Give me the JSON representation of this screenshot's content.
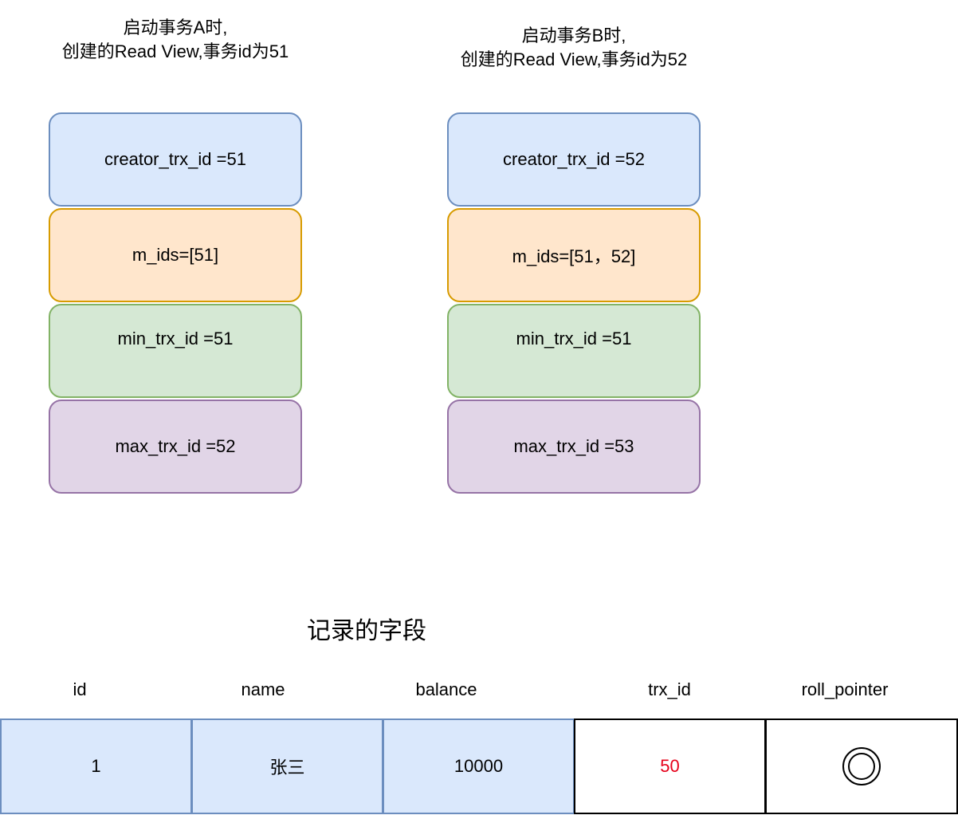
{
  "read_views": [
    {
      "caption": "启动事务A时,\n创建的Read View,事务id为51",
      "creator_trx_id": "creator_trx_id =51",
      "m_ids": "m_ids=[51]",
      "min_trx_id": "min_trx_id =51",
      "max_trx_id": "max_trx_id =52"
    },
    {
      "caption": "启动事务B时,\n创建的Read View,事务id为52",
      "creator_trx_id": "creator_trx_id =52",
      "m_ids": "m_ids=[51，52]",
      "min_trx_id": "min_trx_id =51",
      "max_trx_id": "max_trx_id =53"
    }
  ],
  "record": {
    "title": "记录的字段",
    "headers": [
      "id",
      "name",
      "balance",
      "trx_id",
      "roll_pointer"
    ],
    "values": [
      "1",
      "张三",
      "10000",
      "50",
      ""
    ],
    "trx_id_color": "#e6001a",
    "roll_pointer_icon": "double-circle-icon"
  },
  "colors": {
    "blue_fill": "#dae8fc",
    "blue_stroke": "#6c8ebf",
    "orange_fill": "#ffe6cc",
    "orange_stroke": "#d79b00",
    "green_fill": "#d5e8d4",
    "green_stroke": "#82b366",
    "purple_fill": "#e1d5e7",
    "purple_stroke": "#9673a6"
  }
}
